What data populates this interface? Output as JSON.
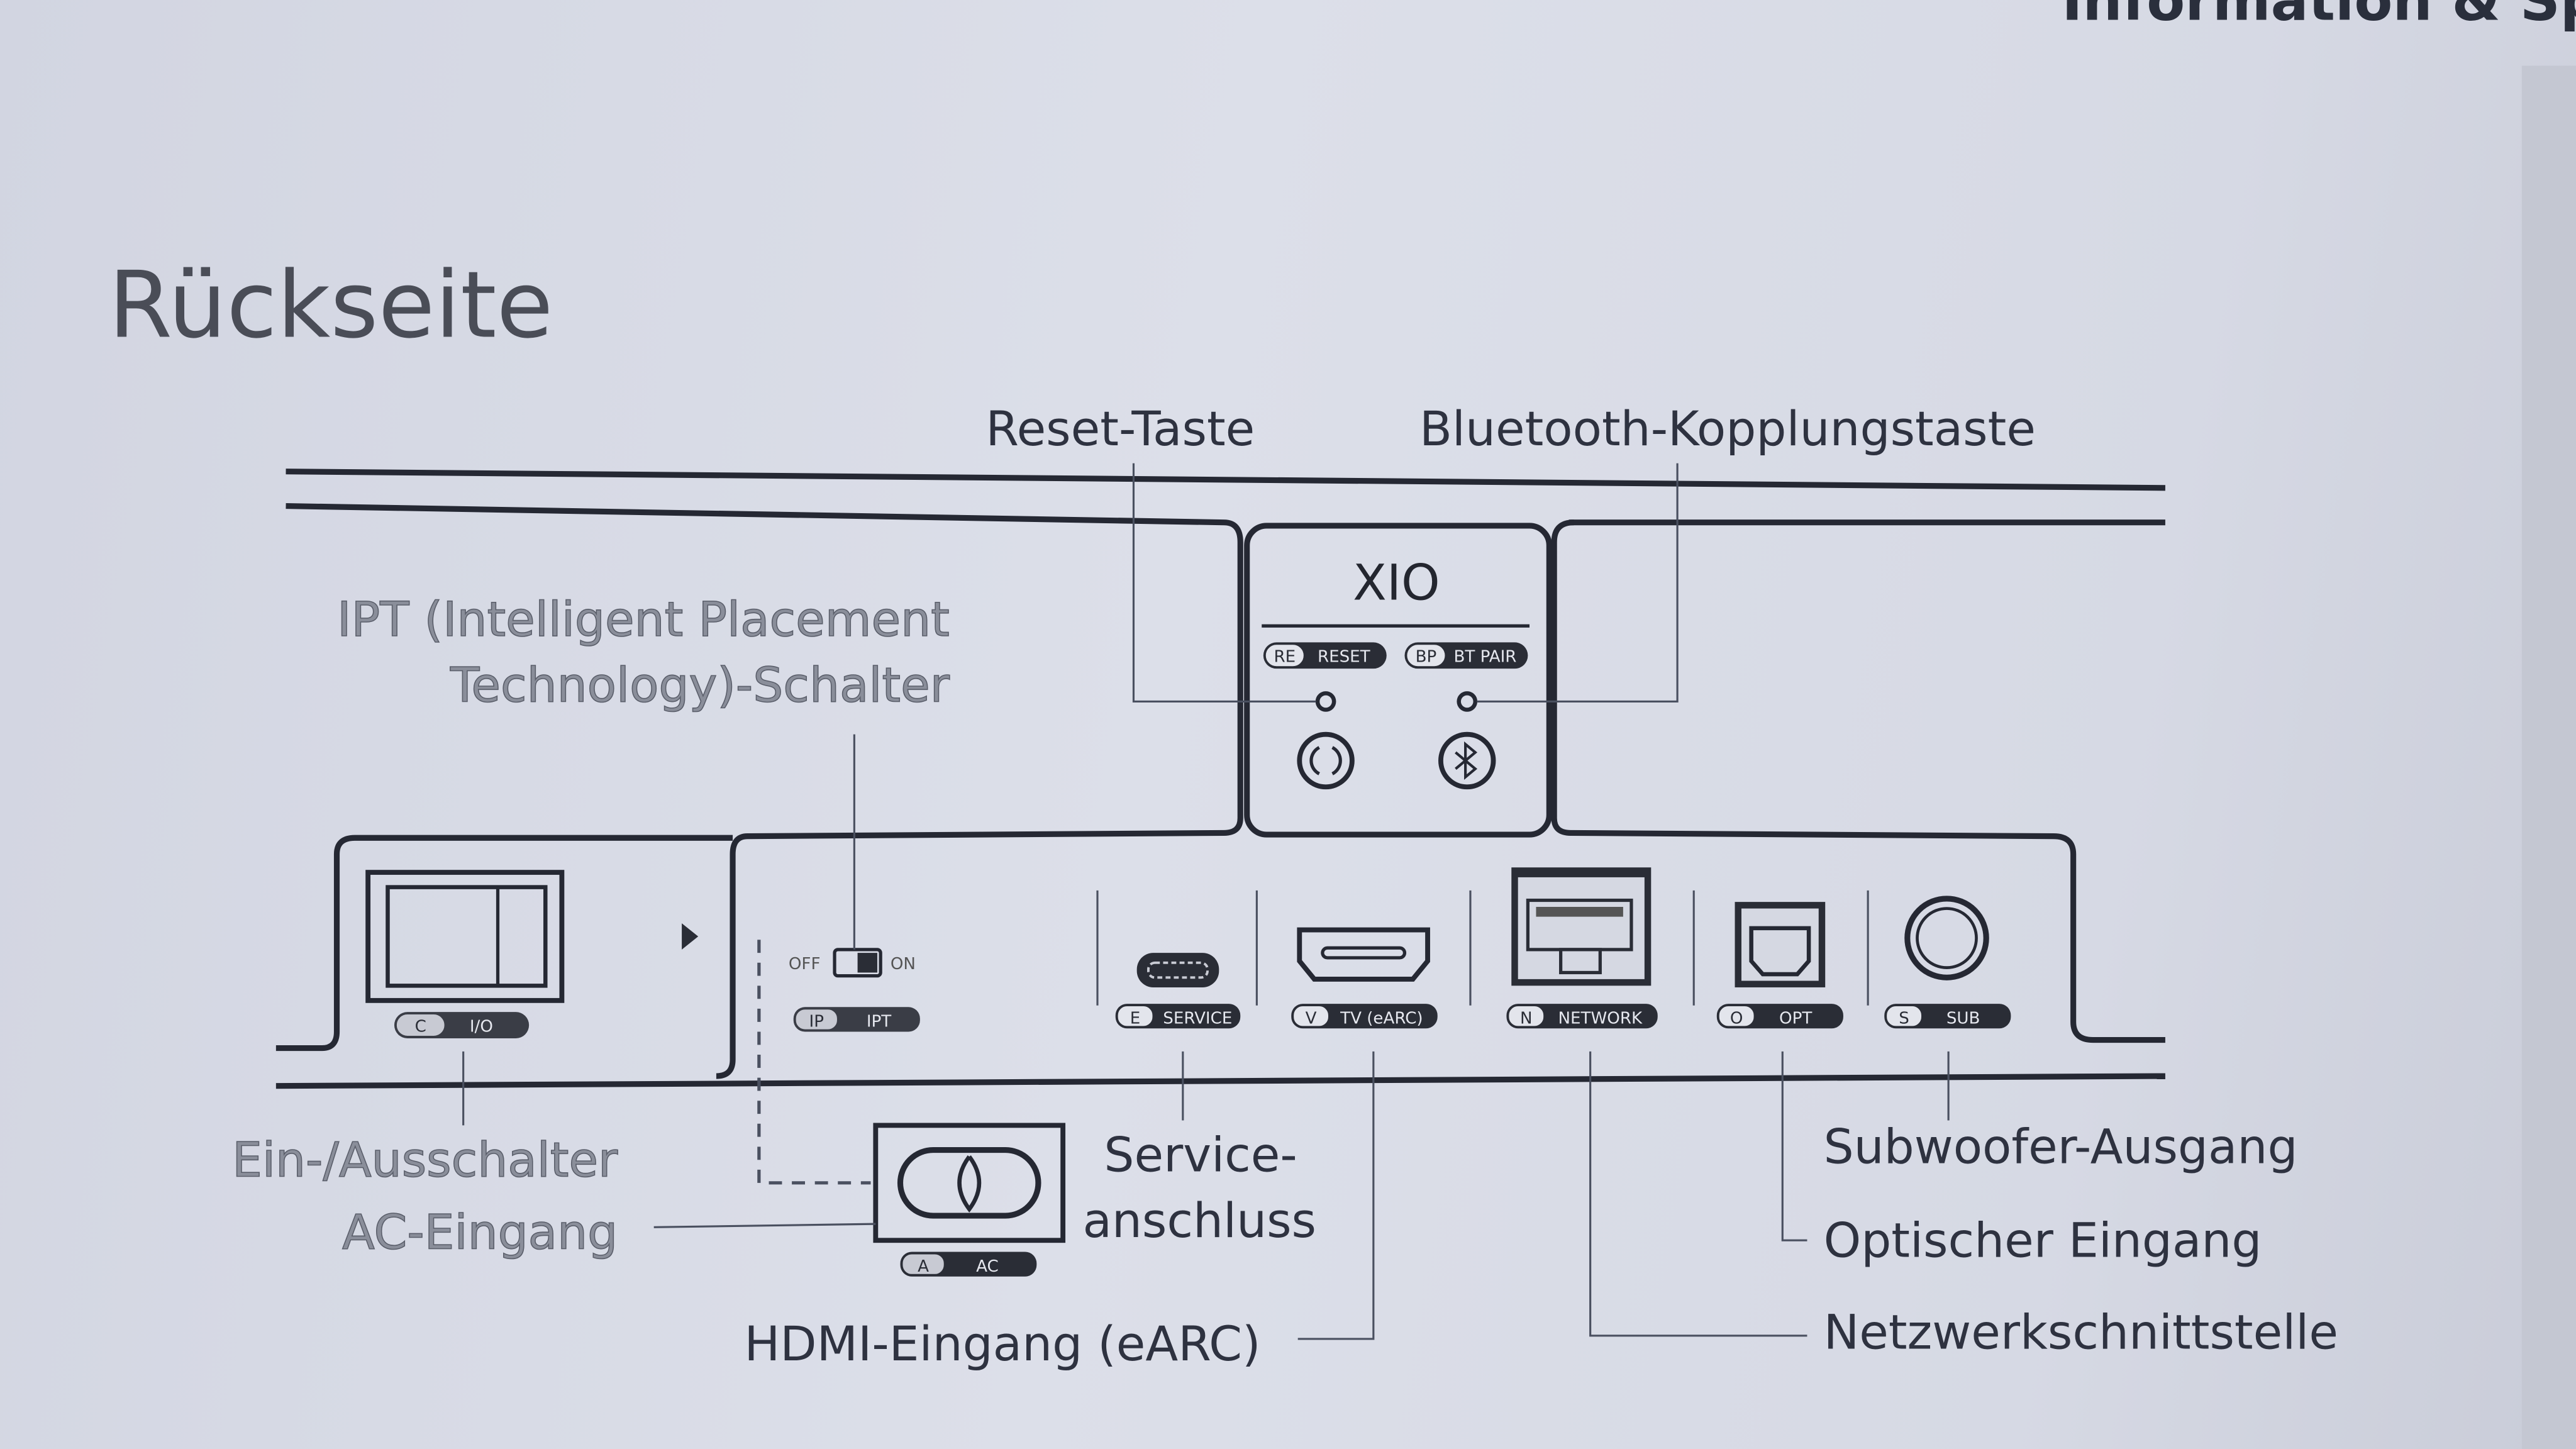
{
  "header_partial": "Information & Spec",
  "title": "Rückseite",
  "callouts": {
    "reset": "Reset-Taste",
    "bt_pair": "Bluetooth-Kopplungstaste",
    "ipt_line1": "IPT (Intelligent Placement",
    "ipt_line2": "Technology)-Schalter",
    "power": "Ein-/Ausschalter",
    "ac": "AC-Eingang",
    "service_line1": "Service-",
    "service_line2": "anschluss",
    "hdmi": "HDMI-Eingang (eARC)",
    "sub": "Subwoofer-Ausgang",
    "optical": "Optischer Eingang",
    "network": "Netzwerkschnittstelle"
  },
  "device": {
    "brand": "XIO",
    "ipt_switch": {
      "off": "OFF",
      "on": "ON",
      "state": "on"
    },
    "pills": [
      {
        "key": "RE",
        "label": "RESET"
      },
      {
        "key": "BP",
        "label": "BT PAIR"
      },
      {
        "key": "C",
        "label": "I/O"
      },
      {
        "key": "IP",
        "label": "IPT"
      },
      {
        "key": "E",
        "label": "SERVICE"
      },
      {
        "key": "V",
        "label": "TV (eARC)"
      },
      {
        "key": "N",
        "label": "NETWORK"
      },
      {
        "key": "O",
        "label": "OPT"
      },
      {
        "key": "S",
        "label": "SUB"
      },
      {
        "key": "A",
        "label": "AC"
      }
    ],
    "icons": [
      "reset-icon",
      "bluetooth-icon",
      "power-switch-icon",
      "usb-c-port-icon",
      "hdmi-port-icon",
      "ethernet-port-icon",
      "optical-port-icon",
      "subwoofer-jack-icon",
      "ac-inlet-icon"
    ]
  }
}
